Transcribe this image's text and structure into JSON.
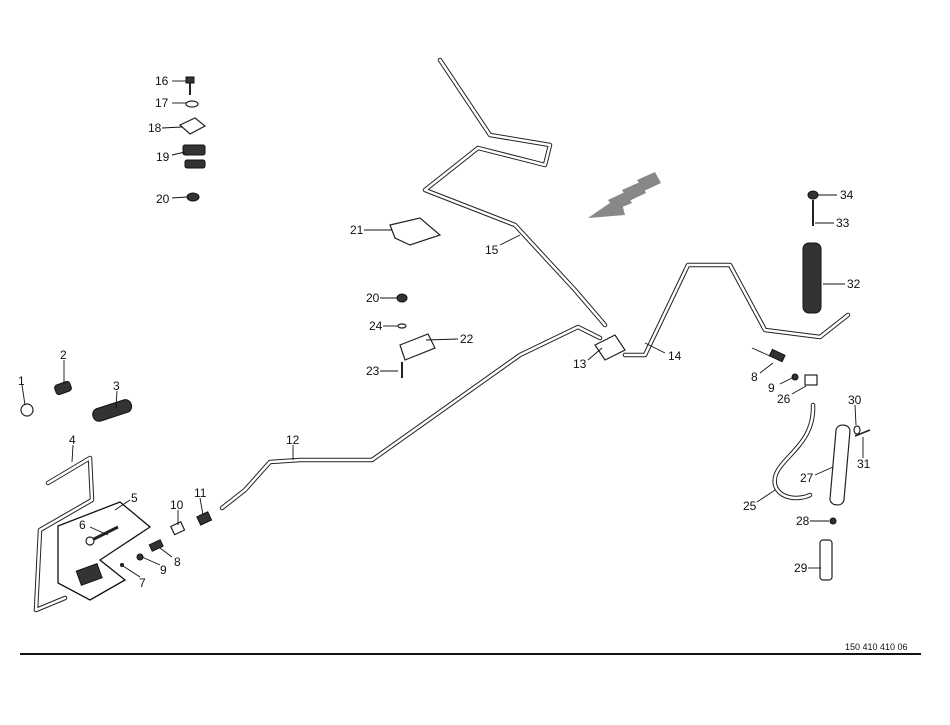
{
  "drawing_code": "150 410 410 06",
  "labels": {
    "p1": "1",
    "p2": "2",
    "p3": "3",
    "p4": "4",
    "p5": "5",
    "p6": "6",
    "p7": "7",
    "p8a": "8",
    "p9a": "9",
    "p10": "10",
    "p11": "11",
    "p12": "12",
    "p13": "13",
    "p14": "14",
    "p15": "15",
    "p16": "16",
    "p17": "17",
    "p18": "18",
    "p19": "19",
    "p20a": "20",
    "p20b": "20",
    "p21": "21",
    "p22": "22",
    "p23": "23",
    "p24": "24",
    "p8b": "8",
    "p9b": "9",
    "p25": "25",
    "p26": "26",
    "p27": "27",
    "p28": "28",
    "p29": "29",
    "p30": "30",
    "p31": "31",
    "p32": "32",
    "p33": "33",
    "p34": "34"
  }
}
